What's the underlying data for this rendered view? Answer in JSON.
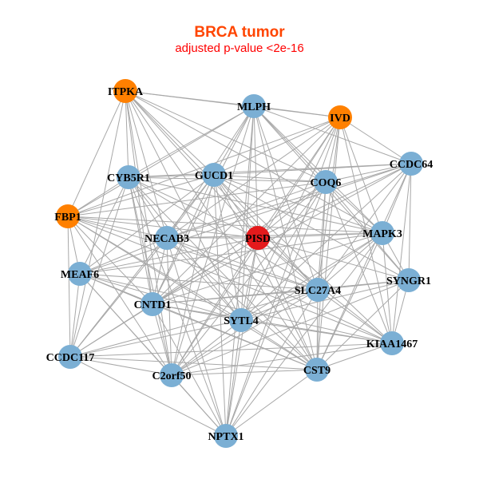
{
  "title": "BRCA tumor",
  "subtitle": "adjusted p-value <2e-16",
  "colors": {
    "default": "#7bafd4",
    "highlight": "#ff8000",
    "query": "#e41a1c",
    "edge": "#a8a8a8"
  },
  "nodes": [
    {
      "label": "ITPKA",
      "group": "highlight"
    },
    {
      "label": "MLPH",
      "group": "default"
    },
    {
      "label": "IVD",
      "group": "highlight"
    },
    {
      "label": "CCDC64",
      "group": "default"
    },
    {
      "label": "CYB5R1",
      "group": "default"
    },
    {
      "label": "GUCD1",
      "group": "default"
    },
    {
      "label": "COQ6",
      "group": "default"
    },
    {
      "label": "FBP1",
      "group": "highlight"
    },
    {
      "label": "NECAB3",
      "group": "default"
    },
    {
      "label": "PISD",
      "group": "query"
    },
    {
      "label": "MAPK3",
      "group": "default"
    },
    {
      "label": "MEAF6",
      "group": "default"
    },
    {
      "label": "SYNGR1",
      "group": "default"
    },
    {
      "label": "SLC27A4",
      "group": "default"
    },
    {
      "label": "CNTD1",
      "group": "default"
    },
    {
      "label": "SYTL4",
      "group": "default"
    },
    {
      "label": "KIAA1467",
      "group": "default"
    },
    {
      "label": "CCDC117",
      "group": "default"
    },
    {
      "label": "C2orf50",
      "group": "default"
    },
    {
      "label": "CST9",
      "group": "default"
    },
    {
      "label": "NPTX1",
      "group": "default"
    }
  ],
  "adjacency": {
    "0": [
      1,
      2,
      4,
      5,
      6,
      7,
      8,
      9,
      10,
      13,
      14,
      15,
      17,
      18,
      19
    ],
    "1": [
      2,
      3,
      4,
      5,
      6,
      7,
      8,
      9,
      10,
      12,
      13,
      14,
      15,
      18,
      19,
      20
    ],
    "2": [
      3,
      5,
      6,
      7,
      8,
      9,
      10,
      13,
      14,
      15,
      16,
      18,
      19,
      20
    ],
    "3": [
      4,
      5,
      6,
      8,
      9,
      10,
      11,
      12,
      13,
      14,
      15,
      16,
      19
    ],
    "4": [
      5,
      6,
      7,
      8,
      9,
      10,
      11,
      13,
      14,
      15,
      17,
      18,
      19,
      20
    ],
    "5": [
      6,
      7,
      8,
      9,
      10,
      11,
      12,
      13,
      14,
      15,
      16,
      17,
      18,
      19,
      20
    ],
    "6": [
      7,
      8,
      9,
      10,
      12,
      13,
      14,
      15,
      16,
      18,
      19,
      20
    ],
    "7": [
      8,
      9,
      10,
      11,
      13,
      14,
      15,
      16,
      17,
      18,
      19
    ],
    "8": [
      9,
      10,
      11,
      13,
      14,
      15,
      16,
      17,
      18,
      19,
      20
    ],
    "9": [
      10,
      11,
      12,
      13,
      14,
      15,
      16,
      17,
      18,
      19,
      20
    ],
    "10": [
      11,
      12,
      13,
      14,
      15,
      16,
      18,
      19,
      20
    ],
    "11": [
      13,
      14,
      15,
      16,
      17,
      18,
      19,
      20
    ],
    "12": [
      13,
      14,
      15,
      16,
      18,
      19
    ],
    "13": [
      14,
      15,
      16,
      17,
      18,
      19,
      20
    ],
    "14": [
      15,
      16,
      17,
      18,
      19,
      20
    ],
    "15": [
      16,
      17,
      18,
      19,
      20
    ],
    "16": [
      17,
      18,
      19
    ],
    "17": [
      18,
      19,
      20
    ],
    "18": [
      19,
      20
    ],
    "19": [
      20
    ]
  }
}
